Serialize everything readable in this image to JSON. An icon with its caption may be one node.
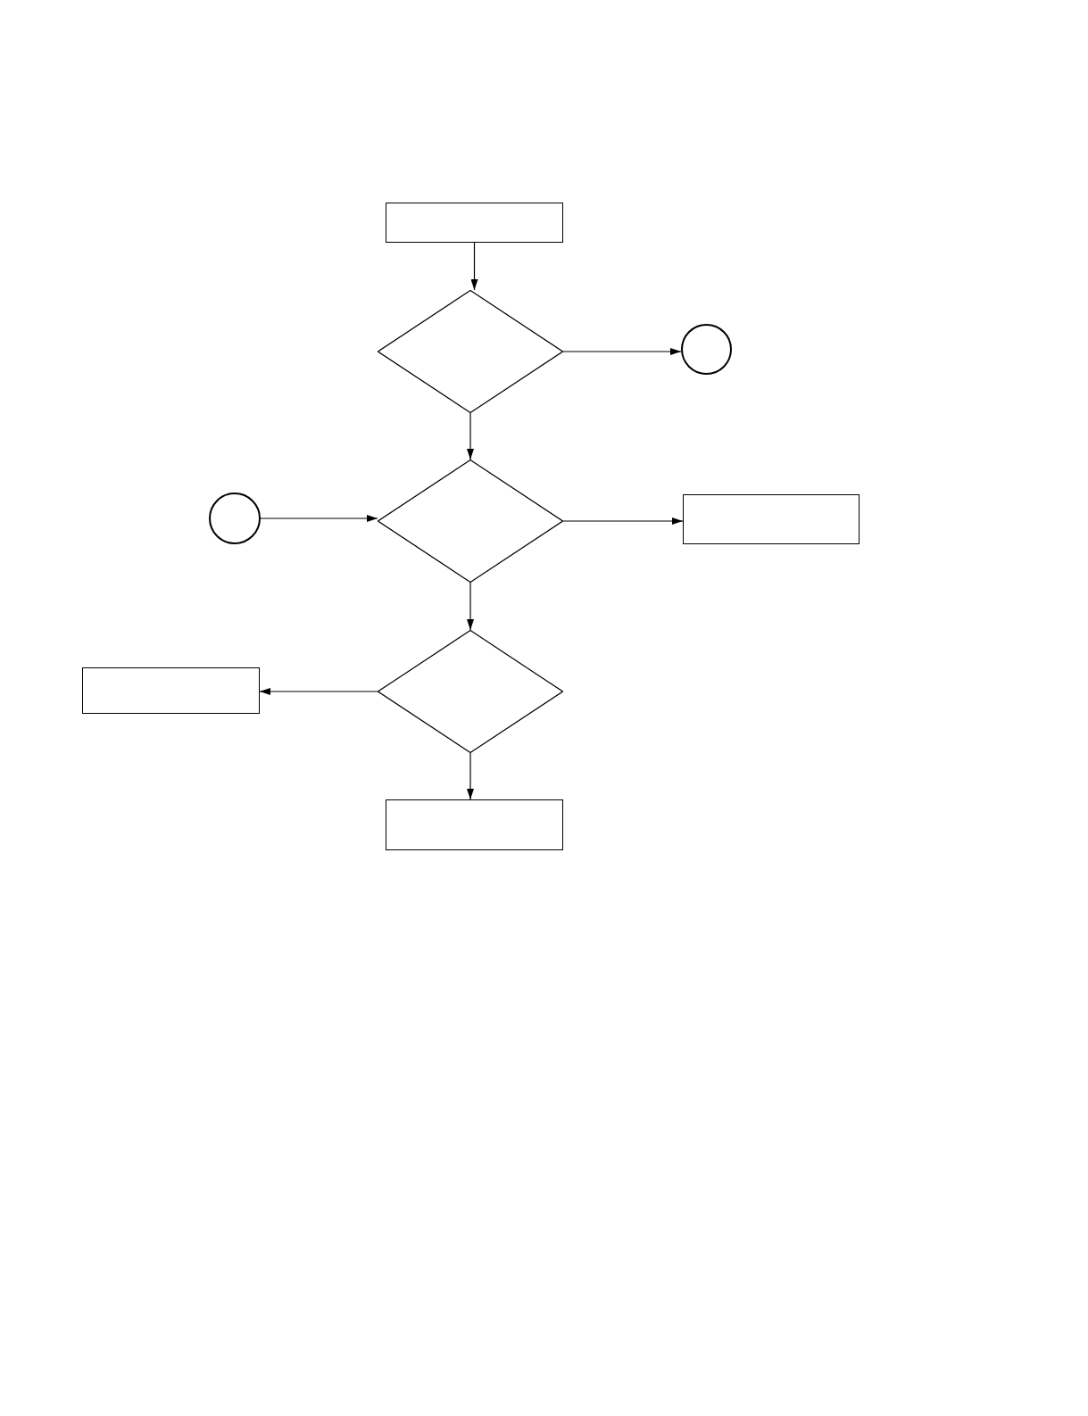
{
  "diagram": {
    "nodes": [
      {
        "text": [],
        "shape": "box"
      },
      {
        "text": [],
        "shape": "diamond"
      },
      {
        "text": [],
        "shape": "circle"
      },
      {
        "text": [],
        "shape": "circle"
      },
      {
        "text": [],
        "shape": "diamond"
      },
      {
        "text": [],
        "shape": "box"
      },
      {
        "text": [],
        "shape": "box"
      },
      {
        "text": [],
        "shape": "diamond"
      },
      {
        "text": [],
        "shape": "box"
      }
    ],
    "edges": [
      {
        "from": 0,
        "to": 1,
        "arrow": "to"
      },
      {
        "from": 1,
        "to": 2,
        "arrow": "to"
      },
      {
        "from": 1,
        "to": 4,
        "arrow": "to"
      },
      {
        "from": 3,
        "to": 4,
        "arrow": "to"
      },
      {
        "from": 4,
        "to": 5,
        "arrow": "to"
      },
      {
        "from": 4,
        "to": 7,
        "arrow": "to"
      },
      {
        "from": 7,
        "to": 6,
        "arrow": "to"
      },
      {
        "from": 7,
        "to": 8,
        "arrow": "to"
      }
    ]
  }
}
